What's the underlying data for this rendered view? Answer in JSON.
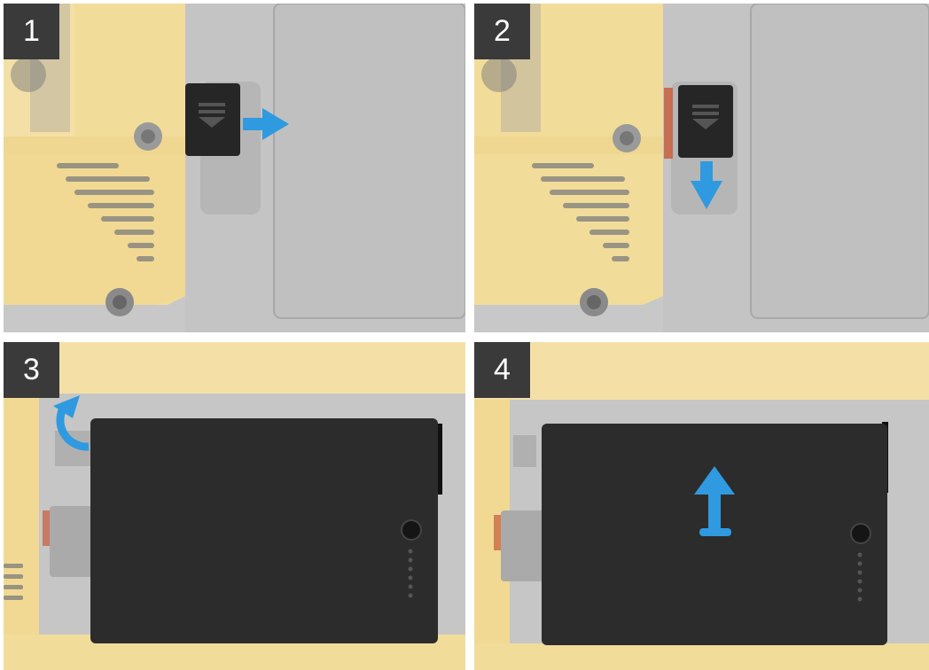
{
  "steps": [
    {
      "number": "1",
      "arrow": "right-arrow-icon"
    },
    {
      "number": "2",
      "arrow": "down-arrow-icon"
    },
    {
      "number": "3",
      "arrow": "curved-arrow-icon"
    },
    {
      "number": "4",
      "arrow": "up-arrow-icon"
    }
  ],
  "colors": {
    "chassis_yellow": "#f2dc9a",
    "chassis_gray": "#c9c9c9",
    "panel_gray": "#c2c2c2",
    "latch_black": "#262626",
    "battery_black": "#2c2c2c",
    "badge": "#3a3a3a",
    "arrow_blue": "#2f9ae0"
  }
}
